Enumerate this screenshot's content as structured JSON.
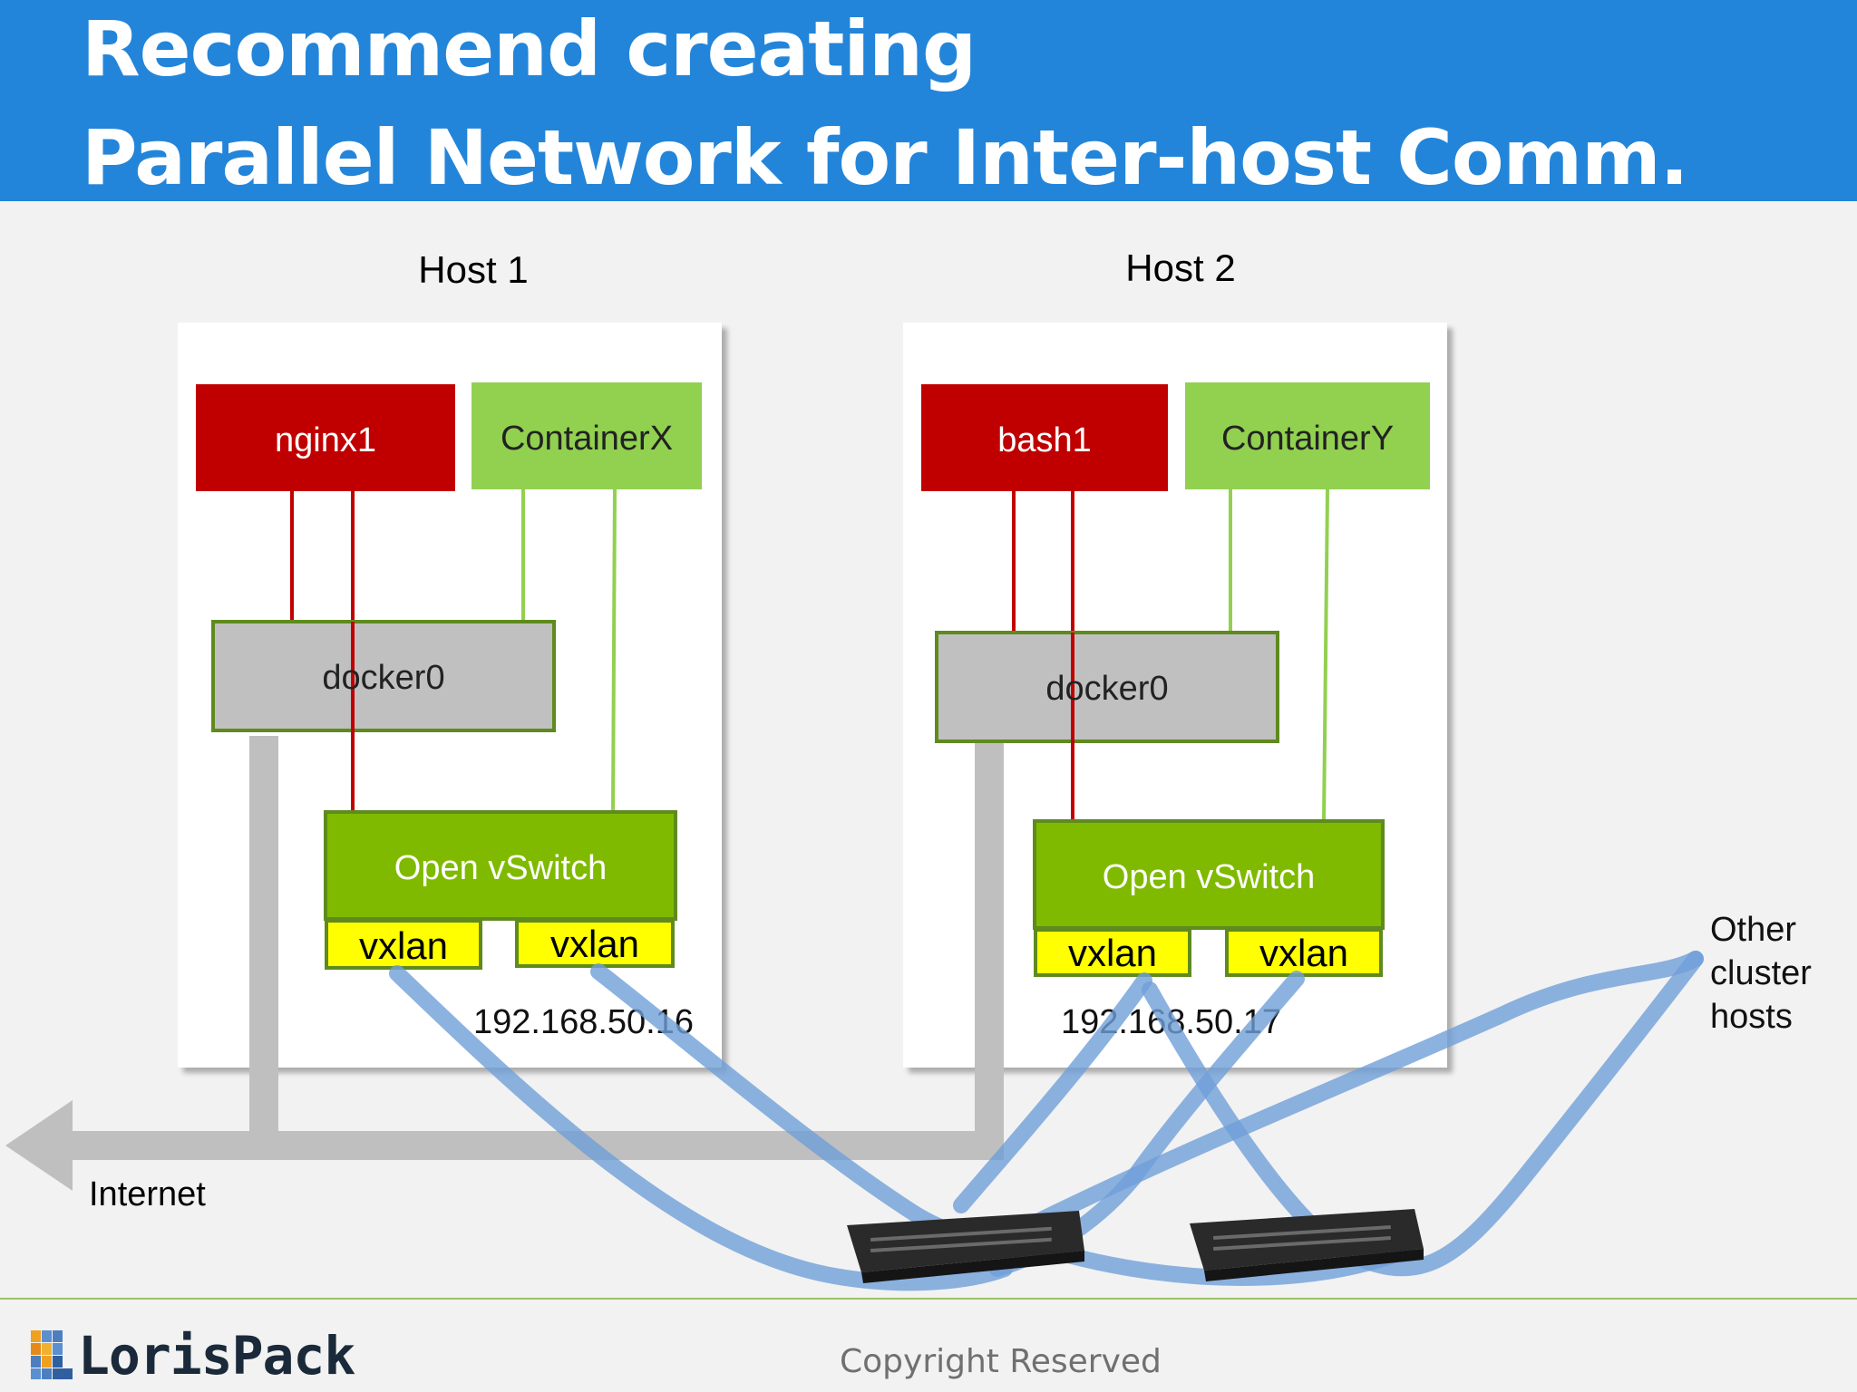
{
  "header": {
    "title_line1": "Recommend creating",
    "title_line2": "Parallel Network for Inter-host Comm."
  },
  "hosts": [
    {
      "label": "Host 1",
      "container_a": "nginx1",
      "container_b": "ContainerX",
      "bridge": "docker0",
      "switch": "Open vSwitch",
      "vxlan_left": "vxlan",
      "vxlan_right": "vxlan",
      "ip": "192.168.50.16"
    },
    {
      "label": "Host 2",
      "container_a": "bash1",
      "container_b": "ContainerY",
      "bridge": "docker0",
      "switch": "Open vSwitch",
      "vxlan_left": "vxlan",
      "vxlan_right": "vxlan",
      "ip": "192.168.50.17"
    }
  ],
  "internet_label": "Internet",
  "other_hosts_label": [
    "Other",
    "cluster",
    "hosts"
  ],
  "footer": {
    "logo_text": "LorisPack",
    "copyright": "Copyright Reserved"
  },
  "colors": {
    "header_blue": "#2385d9",
    "container_red": "#c00000",
    "container_green": "#92d050",
    "switch_green": "#7fba00",
    "vxlan_yellow": "#ffff00",
    "bridge_gray": "#c0c0c0",
    "tunnel_blue": "#6f9fd8",
    "internet_gray": "#bfbfbf"
  },
  "icons": [
    "network-switch-icon",
    "internet-arrow-icon"
  ]
}
